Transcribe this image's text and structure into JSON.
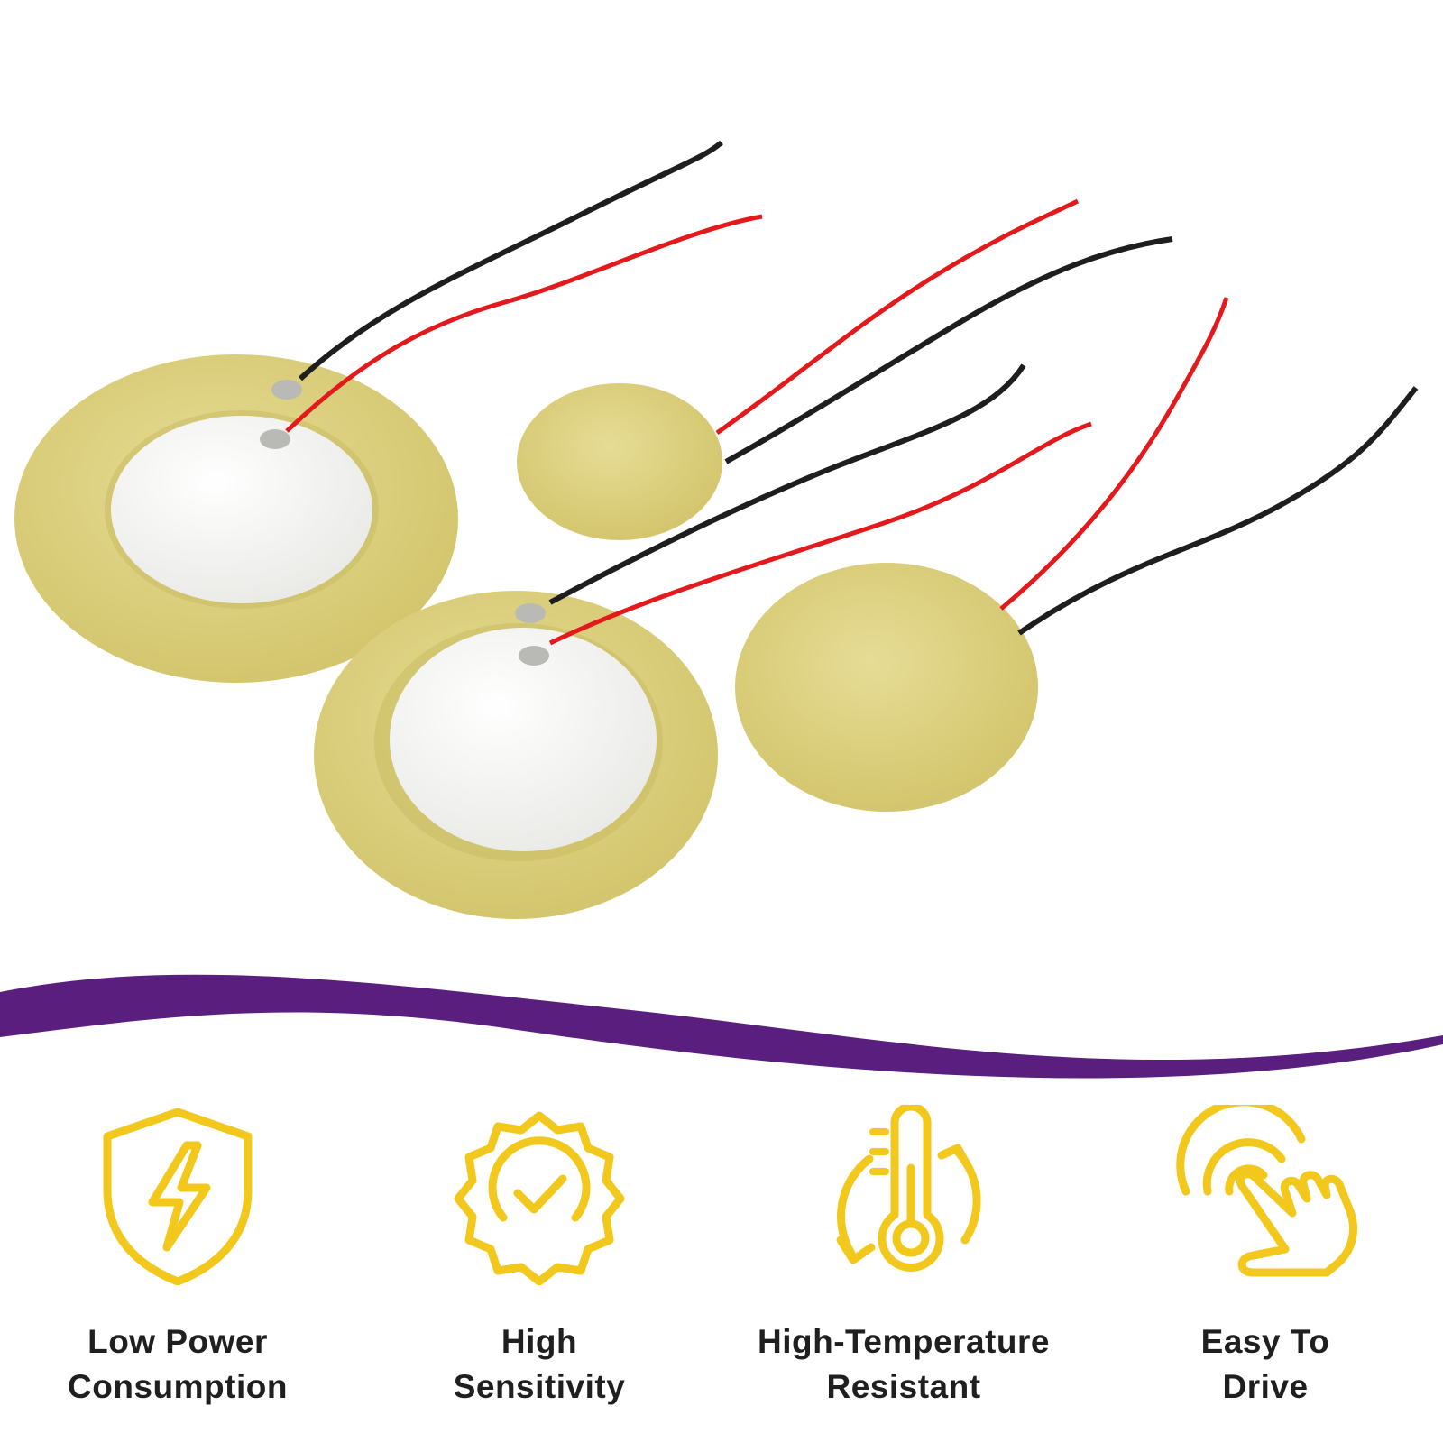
{
  "colors": {
    "accent_yellow": "#F2C81C",
    "wave_purple": "#5A1F7E",
    "brass": "#D9CD7A",
    "wire_red": "#E3191B",
    "wire_black": "#1E1E1E",
    "ceramic": "#F4F4F2",
    "label_text": "#1F1F1F"
  },
  "features": [
    {
      "icon": "shield-lightning-icon",
      "line1": "Low Power",
      "line2": "Consumption"
    },
    {
      "icon": "badge-check-icon",
      "line1": "High",
      "line2": "Sensitivity"
    },
    {
      "icon": "thermometer-cycle-icon",
      "line1": "High-Temperature",
      "line2": "Resistant"
    },
    {
      "icon": "hand-tap-icon",
      "line1": "Easy To",
      "line2": "Drive"
    }
  ]
}
